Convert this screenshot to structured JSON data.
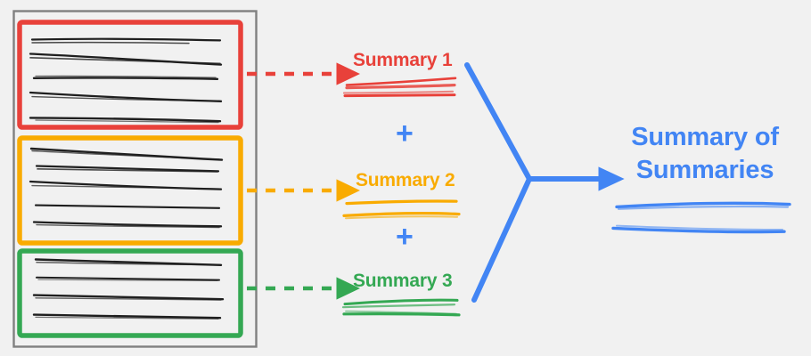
{
  "diagram": {
    "title": "Hierarchical summarization (map-reduce) diagram",
    "background_color": "#f1f1f1",
    "document_stack": {
      "name": "source-document-stack",
      "border_color": "#808080",
      "chunks": [
        {
          "id": "chunk-1",
          "color": "#e8413a",
          "line_count": 5,
          "label": "red-highlighted-chunk"
        },
        {
          "id": "chunk-2",
          "color": "#f9ab00",
          "line_count": 5,
          "label": "orange-highlighted-chunk"
        },
        {
          "id": "chunk-3",
          "color": "#34a853",
          "line_count": 4,
          "label": "green-highlighted-chunk"
        }
      ]
    },
    "arrows": [
      {
        "id": "arrow-1",
        "style": "dashed",
        "color": "#e8413a",
        "from": "chunk-1",
        "to": "summary-1"
      },
      {
        "id": "arrow-2",
        "style": "dashed",
        "color": "#f9ab00",
        "from": "chunk-2",
        "to": "summary-2"
      },
      {
        "id": "arrow-3",
        "style": "dashed",
        "color": "#34a853",
        "from": "chunk-3",
        "to": "summary-3"
      },
      {
        "id": "arrow-merge",
        "style": "solid",
        "color": "#4285f4",
        "from": "summaries",
        "to": "final-summary"
      }
    ],
    "summaries": [
      {
        "id": "summary-1",
        "label": "Summary 1",
        "color": "#e8413a",
        "underline_count": 2
      },
      {
        "id": "summary-2",
        "label": "Summary 2",
        "color": "#f9ab00",
        "underline_count": 2
      },
      {
        "id": "summary-3",
        "label": "Summary 3",
        "color": "#34a853",
        "underline_count": 2
      }
    ],
    "operators": [
      {
        "id": "plus-1",
        "symbol": "+",
        "color": "#4285f4"
      },
      {
        "id": "plus-2",
        "symbol": "+",
        "color": "#4285f4"
      }
    ],
    "final": {
      "id": "final-summary",
      "label": "Summary of\nSummaries",
      "line_1": "Summary of",
      "line_2": "Summaries",
      "color": "#4285f4",
      "underline_count": 2
    }
  },
  "colors": {
    "red": "#e8413a",
    "orange": "#f9ab00",
    "green": "#34a853",
    "blue": "#4285f4",
    "ink": "#1f1f1f",
    "frame": "#808080",
    "background": "#f1f1f1"
  }
}
